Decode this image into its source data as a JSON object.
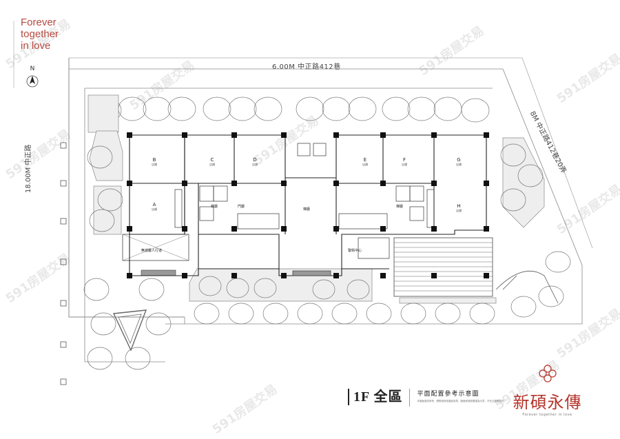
{
  "slogan": {
    "line1": "Forever",
    "line2": "together",
    "line3": "in love"
  },
  "north_label": "N",
  "roads": {
    "top": "6.00M  中正路412巷",
    "left": "18.00M  中正路",
    "right": "8M  中正路412巷20弄"
  },
  "units": [
    {
      "letter": "B",
      "sub": "店鋪"
    },
    {
      "letter": "C",
      "sub": "店鋪"
    },
    {
      "letter": "D",
      "sub": "店鋪"
    },
    {
      "letter": "A",
      "sub": "店鋪"
    },
    {
      "letter": "E",
      "sub": "店鋪"
    },
    {
      "letter": "F",
      "sub": "店鋪"
    },
    {
      "letter": "G",
      "sub": "店鋪"
    },
    {
      "letter": "H",
      "sub": "店鋪"
    }
  ],
  "rooms": {
    "lobby": "梯廳",
    "hall": "門廳",
    "guard": "警衛中心",
    "left_lobby": "梯廳",
    "right_lobby": "梯廳",
    "driveway": "無遮簷人行道"
  },
  "footer": {
    "floor": "1F 全區",
    "caption_title": "平面配置參考示意圖",
    "caption_note": "本圖面僅供參考，實際依核准圖說為準，圖面家具配置僅為示意，不在交屋範圍內。"
  },
  "brand": {
    "name": "新碩永傳",
    "tagline": "Forever together in love"
  },
  "watermark": "591房屋交易",
  "colors": {
    "brand_red": "#b5342b",
    "slogan_red": "#b5493f"
  }
}
